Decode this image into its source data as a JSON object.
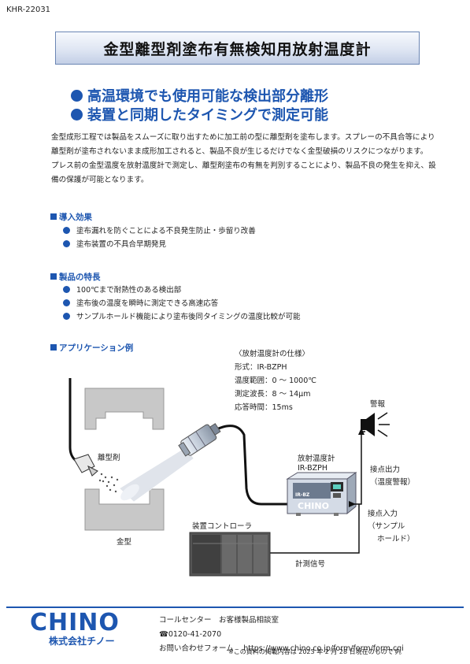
{
  "doc_id": "KHR-22031",
  "title": "金型離型剤塗布有無検知用放射温度計",
  "headlines": [
    "高温環境でも使用可能な検出部分離形",
    "装置と同期したタイミングで測定可能"
  ],
  "intro": [
    "金型成形工程では製品をスムーズに取り出すために加工前の型に離型剤を塗布します。スプレーの不具合等により離型剤が塗布されないまま成形加工されると、製品不良が生じるだけでなく金型破損のリスクにつながります。",
    "プレス前の金型温度を放射温度計で測定し、離型剤塗布の有無を判別することにより、製品不良の発生を抑え、設備の保護が可能となります。"
  ],
  "sections": {
    "effects": {
      "heading": "導入効果",
      "items": [
        "塗布漏れを防ぐことによる不良発生防止・歩留り改善",
        "塗布装置の不具合早期発見"
      ]
    },
    "features": {
      "heading": "製品の特長",
      "items": [
        "100℃まで耐熱性のある検出部",
        "塗布後の温度を瞬時に測定できる高速応答",
        "サンプルホールド機能により塗布後同タイミングの温度比較が可能"
      ]
    },
    "application": {
      "heading": "アプリケーション例"
    }
  },
  "spec": {
    "heading": "〈放射温度計の仕様〉",
    "lines": [
      "形式：IR-BZPH",
      "温度範囲：0 ～ 1000℃",
      "測定波長：8 ～ 14μm",
      "応答時間：15ms"
    ]
  },
  "diagram": {
    "release_agent": "離型剤",
    "mold": "金型",
    "thermometer_name": "放射温度計",
    "thermometer_model": "IR-BZPH",
    "device_brand": "CHINO",
    "device_tag": "IR-BZ",
    "alarm": "警報",
    "contact_output": "接点出力",
    "contact_output_sub": "（温度警報）",
    "contact_input": "接点入力",
    "contact_input_sub1": "（サンプル",
    "contact_input_sub2": "ホールド）",
    "controller": "装置コントローラ",
    "signal": "計測信号"
  },
  "footer": {
    "logo": "CHINO",
    "company": "株式会社チノー",
    "call_center": "コールセンター　お客様製品相談室",
    "phone": "☎0120-41-2070",
    "form_label": "お問い合わせフォーム",
    "form_url": "https://www.chino.co.jp/form/form/form.cgi",
    "note": "※この資料の掲載内容は 2023 年 2 月 28 日現在のものです。"
  },
  "colors": {
    "accent": "#1d56b0",
    "title_border": "#6b86b4"
  }
}
